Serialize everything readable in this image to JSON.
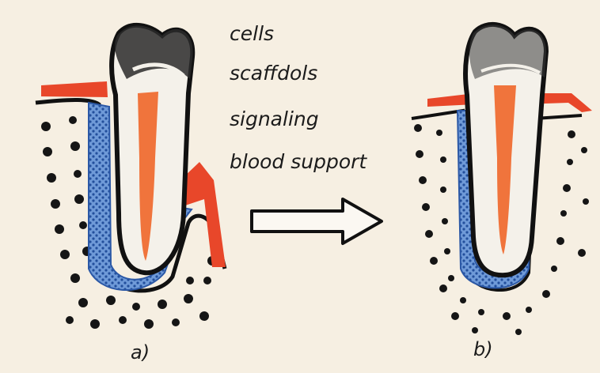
{
  "factors": [
    "cells",
    "scaffdols",
    "signaling",
    "blood support"
  ],
  "panels": {
    "before": "a)",
    "after": "b)"
  },
  "colors": {
    "background": "#f6efe2",
    "enamel_outline": "#111111",
    "dentin": "#f4f1ea",
    "pulp": "#f0743c",
    "gum": "#e8472a",
    "ligament": "#3d6fbf",
    "bone": "#151515"
  }
}
